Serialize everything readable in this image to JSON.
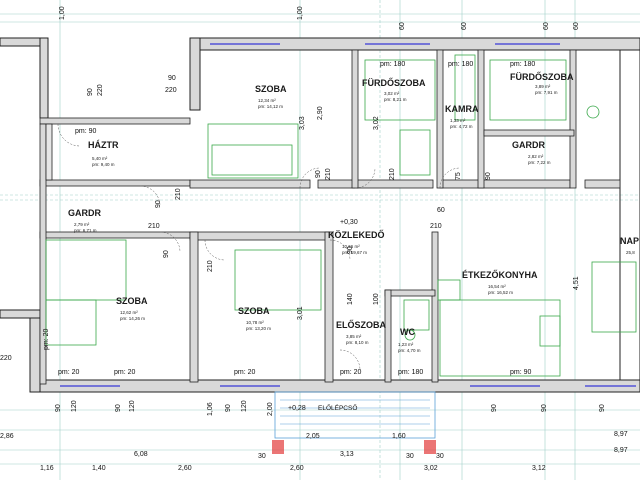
{
  "colors": {
    "wall": "#d9d9d9",
    "wall_stroke": "#222222",
    "glass": "#3a3ad8",
    "grid": "#9fd0c8",
    "green": "#3aa84a",
    "red": "#e23b3b",
    "terrace": "#5aa0d8"
  },
  "rooms": [
    {
      "label": "HÁZTR",
      "area1": "5,40 m²",
      "area2": "pm: 9,40 m"
    },
    {
      "label": "SZOBA",
      "area1": "12,34 m²",
      "area2": "pm: 14,12 m"
    },
    {
      "label": "FÜRDŐSZOBA",
      "area1": "3,02 m²",
      "area2": "pm: 8,21 m"
    },
    {
      "label": "KAMRA",
      "area1": "1,33 m²",
      "area2": "pm: 4,72 m"
    },
    {
      "label": "FÜRDŐSZOBA",
      "area1": "3,89 m²",
      "area2": "pm: 7,91 m"
    },
    {
      "label": "GARDR",
      "area1": "2,79 m²",
      "area2": "pm: 6,71 m"
    },
    {
      "label": "GARDR",
      "area1": "2,82 m²",
      "area2": "pm: 7,22 m"
    },
    {
      "label": "KÖZLEKEDŐ",
      "area1": "10,66 m²",
      "area2": "pm: 19,67 m"
    },
    {
      "label": "NAP",
      "area1": "25,8",
      "area2": ""
    },
    {
      "label": "SZOBA",
      "area1": "12,62 m²",
      "area2": "pm: 14,26 m"
    },
    {
      "label": "SZOBA",
      "area1": "10,78 m²",
      "area2": "pm: 13,20 m"
    },
    {
      "label": "ÉTKEZŐKONYHA",
      "area1": "16,54 m²",
      "area2": "pm: 16,52 m"
    },
    {
      "label": "ELŐSZOBA",
      "area1": "3,85 m²",
      "area2": "pm: 8,10 m"
    },
    {
      "label": "WC",
      "area1": "1,23 m²",
      "area2": "pm: 4,70 m"
    },
    {
      "label": "ELŐLÉPCSŐ",
      "area1": "",
      "area2": ""
    }
  ],
  "dims": {
    "top1": "1,00",
    "top2": "1,00",
    "top3": "60",
    "top4": "60",
    "top5": "60",
    "top6": "60",
    "d90a": "90",
    "d220a": "220",
    "d90b": "90",
    "d220b": "220",
    "pm90a": "pm: 90",
    "pm180a": "pm: 180",
    "pm180b": "pm: 180",
    "pm180c": "pm: 180",
    "d303": "3,03",
    "d302": "3,02",
    "d75": "75",
    "d210a": "210",
    "d210b": "210",
    "d210c": "210",
    "d210d": "210",
    "d210e": "210",
    "d210f": "210",
    "d90c": "90",
    "d90d": "90",
    "d90e": "90",
    "d90f": "90",
    "d90g": "90",
    "plus": "+0,30",
    "d60": "60",
    "d100": "100",
    "d140": "140",
    "d301": "3,01",
    "pm20a": "pm: 20",
    "pm20b": "pm: 20",
    "pm20c": "pm: 20",
    "pm20d": "pm: 20",
    "pm20e": "pm: 20",
    "d220c": "220",
    "pm90b": "pm: 90",
    "pm180d": "pm: 180",
    "b90a": "90",
    "b120a": "120",
    "b90b": "90",
    "b120b": "120",
    "b90c": "90",
    "b120c": "120",
    "b90d": "90",
    "b90e": "90",
    "b90f": "90",
    "b106": "1,06",
    "b200": "2,00",
    "b286": "2,86",
    "b897a": "8,97",
    "b897b": "8,97",
    "b116": "1,16",
    "b140": "1,40",
    "b608": "6,08",
    "b260a": "2,60",
    "b260b": "2,60",
    "b302": "3,02",
    "b312": "3,12",
    "b30a": "30",
    "b30b": "30",
    "b30c": "30",
    "b205": "2,05",
    "b160": "1,60",
    "b313": "3,13",
    "b1028": "+0,28",
    "d451": "4,51",
    "d290": "2,90"
  }
}
